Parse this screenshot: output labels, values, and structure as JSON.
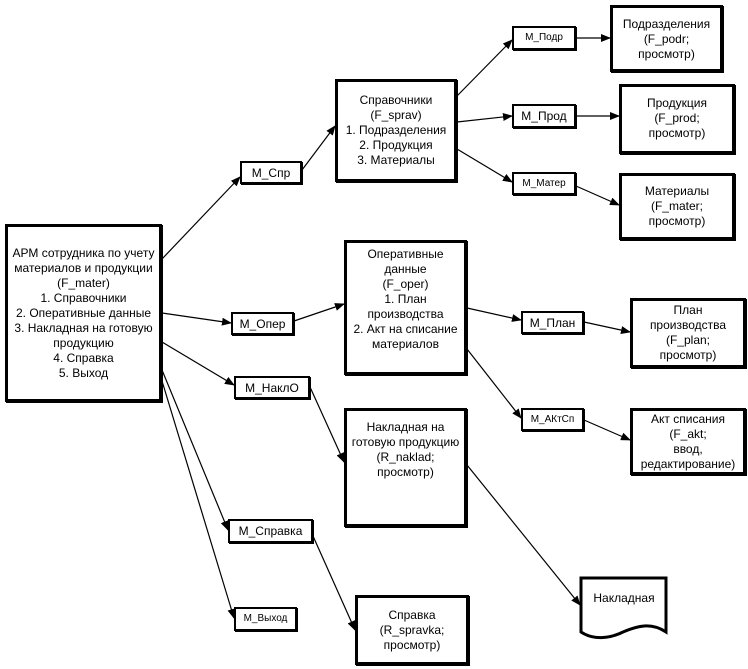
{
  "diagram": {
    "main": {
      "lines": [
        "АРМ сотрудника по учету",
        "материалов и продукции",
        "(F_mater)",
        "1. Справочники",
        "2. Оперативные данные",
        "3. Накладная на готовую",
        "продукцию",
        "4. Справка",
        "5. Выход"
      ]
    },
    "menus": {
      "spr": "M_Спр",
      "oper": "M_Опер",
      "naklo": "M_НаклО",
      "spravka": "M_Справка",
      "vyhod": "M_Выход",
      "podr": "M_Подр",
      "prod": "M_Прод",
      "mater": "M_Матер",
      "plan": "M_План",
      "aktsp": "M_АКтСп"
    },
    "forms": {
      "sprav": {
        "lines": [
          "Справочники",
          "(F_sprav)",
          "1. Подразделения",
          "2. Продукция",
          "3. Материалы"
        ]
      },
      "oper": {
        "lines": [
          "Оперативные",
          "данные",
          "(F_oper)",
          "1. План",
          "производства",
          "2. Акт на списание",
          "материалов"
        ]
      },
      "naklad": {
        "lines": [
          "Накладная на",
          "готовую продукцию",
          "(R_naklad;",
          "просмотр)"
        ]
      },
      "spravka": {
        "lines": [
          "Справка",
          "(R_spravka;",
          "просмотр)"
        ]
      },
      "podr": {
        "lines": [
          "Подразделения",
          "(F_podr;",
          "просмотр)"
        ]
      },
      "prod": {
        "lines": [
          "Продукция",
          "(F_prod;",
          "просмотр)"
        ]
      },
      "mater": {
        "lines": [
          "Материалы",
          "(F_mater;",
          "просмотр)"
        ]
      },
      "plan": {
        "lines": [
          "План",
          "производства",
          "(F_plan;",
          "просмотр)"
        ]
      },
      "akt": {
        "lines": [
          "Акт списания",
          "(F_akt;",
          "ввод,",
          "редактирование)"
        ]
      }
    },
    "document": {
      "label": "Накладная"
    },
    "colors": {
      "stroke": "#000000",
      "fill": "#ffffff"
    }
  }
}
